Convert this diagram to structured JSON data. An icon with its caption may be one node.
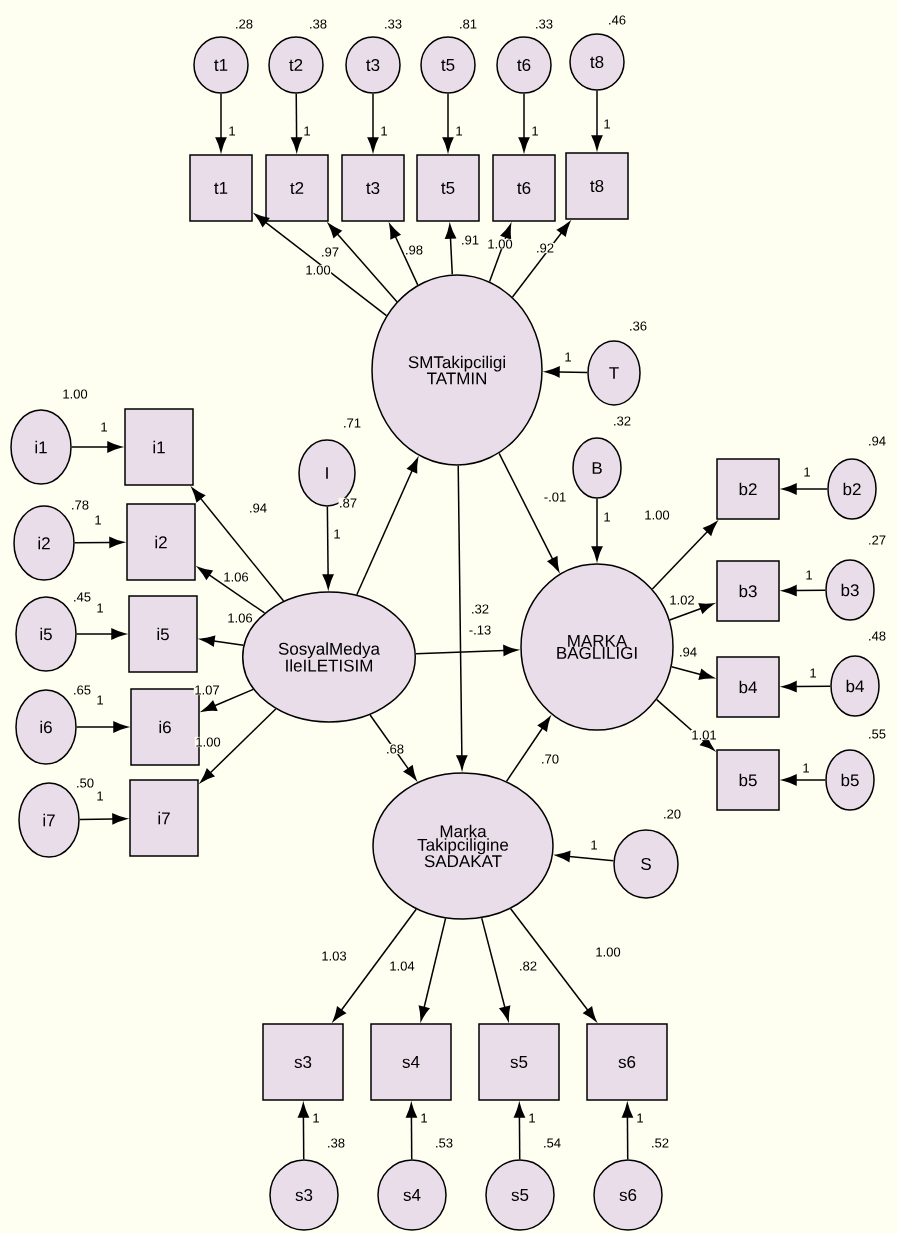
{
  "diagram": {
    "nodes": [
      {
        "text": [
          "t1"
        ],
        "beside": [
          ".28"
        ]
      },
      {
        "text": [
          "t2"
        ],
        "beside": [
          ".38"
        ]
      },
      {
        "text": [
          "t3"
        ],
        "beside": [
          ".33"
        ]
      },
      {
        "text": [
          "t5"
        ],
        "beside": [
          ".81"
        ]
      },
      {
        "text": [
          "t6"
        ],
        "beside": [
          ".33"
        ]
      },
      {
        "text": [
          "t8"
        ],
        "beside": [
          ".46"
        ]
      },
      {
        "text": [
          "t1"
        ]
      },
      {
        "text": [
          "t2"
        ]
      },
      {
        "text": [
          "t3"
        ]
      },
      {
        "text": [
          "t5"
        ]
      },
      {
        "text": [
          "t6"
        ]
      },
      {
        "text": [
          "t8"
        ]
      },
      {
        "text": [
          "SMTakipciligi TATMIN"
        ]
      },
      {
        "text": [
          "T"
        ],
        "beside": [
          ".36"
        ]
      },
      {
        "text": [
          "i1"
        ],
        "beside": [
          "1.00"
        ]
      },
      {
        "text": [
          "i1"
        ]
      },
      {
        "text": [
          "i2"
        ],
        "beside": [
          ".78"
        ]
      },
      {
        "text": [
          "i2"
        ]
      },
      {
        "text": [
          "i5"
        ],
        "beside": [
          ".45"
        ]
      },
      {
        "text": [
          "i5"
        ]
      },
      {
        "text": [
          "i6"
        ],
        "beside": [
          ".65"
        ]
      },
      {
        "text": [
          "i6"
        ]
      },
      {
        "text": [
          "i7"
        ],
        "beside": [
          ".50"
        ]
      },
      {
        "text": [
          "i7"
        ]
      },
      {
        "text": [
          "I"
        ],
        "beside": [
          ".71"
        ]
      },
      {
        "text": [
          "SosyalMedya IleILETISIM"
        ]
      },
      {
        "text": [
          "B"
        ],
        "beside": [
          ".32"
        ]
      },
      {
        "text": [
          "MARKA BAGLILIGI"
        ]
      },
      {
        "text": [
          "b2"
        ]
      },
      {
        "text": [
          "b2"
        ],
        "beside": [
          ".94"
        ]
      },
      {
        "text": [
          "b3"
        ]
      },
      {
        "text": [
          "b3"
        ],
        "beside": [
          ".27"
        ]
      },
      {
        "text": [
          "b4"
        ]
      },
      {
        "text": [
          "b4"
        ],
        "beside": [
          ".48"
        ]
      },
      {
        "text": [
          "b5"
        ]
      },
      {
        "text": [
          "b5"
        ],
        "beside": [
          ".55"
        ]
      },
      {
        "text": [
          "Marka Takipciligine SADAKAT"
        ]
      },
      {
        "text": [
          "S"
        ],
        "beside": [
          ".20"
        ]
      },
      {
        "text": [
          "s3"
        ]
      },
      {
        "text": [
          "s4"
        ]
      },
      {
        "text": [
          "s5"
        ]
      },
      {
        "text": [
          "s6"
        ]
      },
      {
        "text": [
          "s3"
        ],
        "beside": [
          ".38"
        ]
      },
      {
        "text": [
          "s4"
        ],
        "beside": [
          ".53"
        ]
      },
      {
        "text": [
          "s5"
        ],
        "beside": [
          ".54"
        ]
      },
      {
        "text": [
          "s6"
        ],
        "beside": [
          ".52"
        ]
      }
    ],
    "edges": [
      {
        "from": 0,
        "to": 6,
        "arrow": "to",
        "label": "1"
      },
      {
        "from": 1,
        "to": 7,
        "arrow": "to",
        "label": "1"
      },
      {
        "from": 2,
        "to": 8,
        "arrow": "to",
        "label": "1"
      },
      {
        "from": 3,
        "to": 9,
        "arrow": "to",
        "label": "1"
      },
      {
        "from": 4,
        "to": 10,
        "arrow": "to",
        "label": "1"
      },
      {
        "from": 5,
        "to": 11,
        "arrow": "to",
        "label": "1"
      },
      {
        "from": 12,
        "to": 6,
        "arrow": "to",
        "label": "1.00"
      },
      {
        "from": 12,
        "to": 7,
        "arrow": "to",
        "label": ".97"
      },
      {
        "from": 12,
        "to": 8,
        "arrow": "to",
        "label": ".98"
      },
      {
        "from": 12,
        "to": 9,
        "arrow": "to",
        "label": ".91"
      },
      {
        "from": 12,
        "to": 10,
        "arrow": "to",
        "label": "1.00"
      },
      {
        "from": 12,
        "to": 11,
        "arrow": "to",
        "label": ".92"
      },
      {
        "from": 13,
        "to": 12,
        "arrow": "to",
        "label": "1"
      },
      {
        "from": 14,
        "to": 15,
        "arrow": "to",
        "label": "1"
      },
      {
        "from": 16,
        "to": 17,
        "arrow": "to",
        "label": "1"
      },
      {
        "from": 18,
        "to": 19,
        "arrow": "to",
        "label": "1"
      },
      {
        "from": 20,
        "to": 21,
        "arrow": "to",
        "label": "1"
      },
      {
        "from": 22,
        "to": 23,
        "arrow": "to",
        "label": "1"
      },
      {
        "from": 25,
        "to": 15,
        "arrow": "to",
        "label": ".94"
      },
      {
        "from": 25,
        "to": 17,
        "arrow": "to",
        "label": "1.06"
      },
      {
        "from": 25,
        "to": 19,
        "arrow": "to",
        "label": "1.06"
      },
      {
        "from": 25,
        "to": 21,
        "arrow": "to",
        "label": "1.07"
      },
      {
        "from": 25,
        "to": 23,
        "arrow": "to",
        "label": "1.00"
      },
      {
        "from": 24,
        "to": 25,
        "arrow": "to",
        "label": "1"
      },
      {
        "from": 25,
        "to": 12,
        "arrow": "to",
        "label": ".87"
      },
      {
        "from": 12,
        "to": 27,
        "arrow": "to",
        "label": "-.01"
      },
      {
        "from": 26,
        "to": 27,
        "arrow": "to",
        "label": "1"
      },
      {
        "from": 12,
        "to": 36,
        "arrow": "to",
        "label": ".32"
      },
      {
        "from": 25,
        "to": 27,
        "arrow": "to",
        "label": "-.13"
      },
      {
        "from": 25,
        "to": 36,
        "arrow": "to",
        "label": ".68"
      },
      {
        "from": 36,
        "to": 27,
        "arrow": "to",
        "label": ".70"
      },
      {
        "from": 27,
        "to": 28,
        "arrow": "to",
        "label": "1.00"
      },
      {
        "from": 27,
        "to": 30,
        "arrow": "to",
        "label": "1.02"
      },
      {
        "from": 27,
        "to": 32,
        "arrow": "to",
        "label": ".94"
      },
      {
        "from": 27,
        "to": 34,
        "arrow": "to",
        "label": "1.01"
      },
      {
        "from": 29,
        "to": 28,
        "arrow": "to",
        "label": "1"
      },
      {
        "from": 31,
        "to": 30,
        "arrow": "to",
        "label": "1"
      },
      {
        "from": 33,
        "to": 32,
        "arrow": "to",
        "label": "1"
      },
      {
        "from": 35,
        "to": 34,
        "arrow": "to",
        "label": "1"
      },
      {
        "from": 37,
        "to": 36,
        "arrow": "to",
        "label": "1"
      },
      {
        "from": 36,
        "to": 38,
        "arrow": "to",
        "label": "1.03"
      },
      {
        "from": 36,
        "to": 39,
        "arrow": "to",
        "label": "1.04"
      },
      {
        "from": 36,
        "to": 40,
        "arrow": "to",
        "label": ".82"
      },
      {
        "from": 36,
        "to": 41,
        "arrow": "to",
        "label": "1.00"
      },
      {
        "from": 42,
        "to": 38,
        "arrow": "to",
        "label": "1"
      },
      {
        "from": 43,
        "to": 39,
        "arrow": "to",
        "label": "1"
      },
      {
        "from": 44,
        "to": 40,
        "arrow": "to",
        "label": "1"
      },
      {
        "from": 45,
        "to": 41,
        "arrow": "to",
        "label": "1"
      }
    ]
  }
}
